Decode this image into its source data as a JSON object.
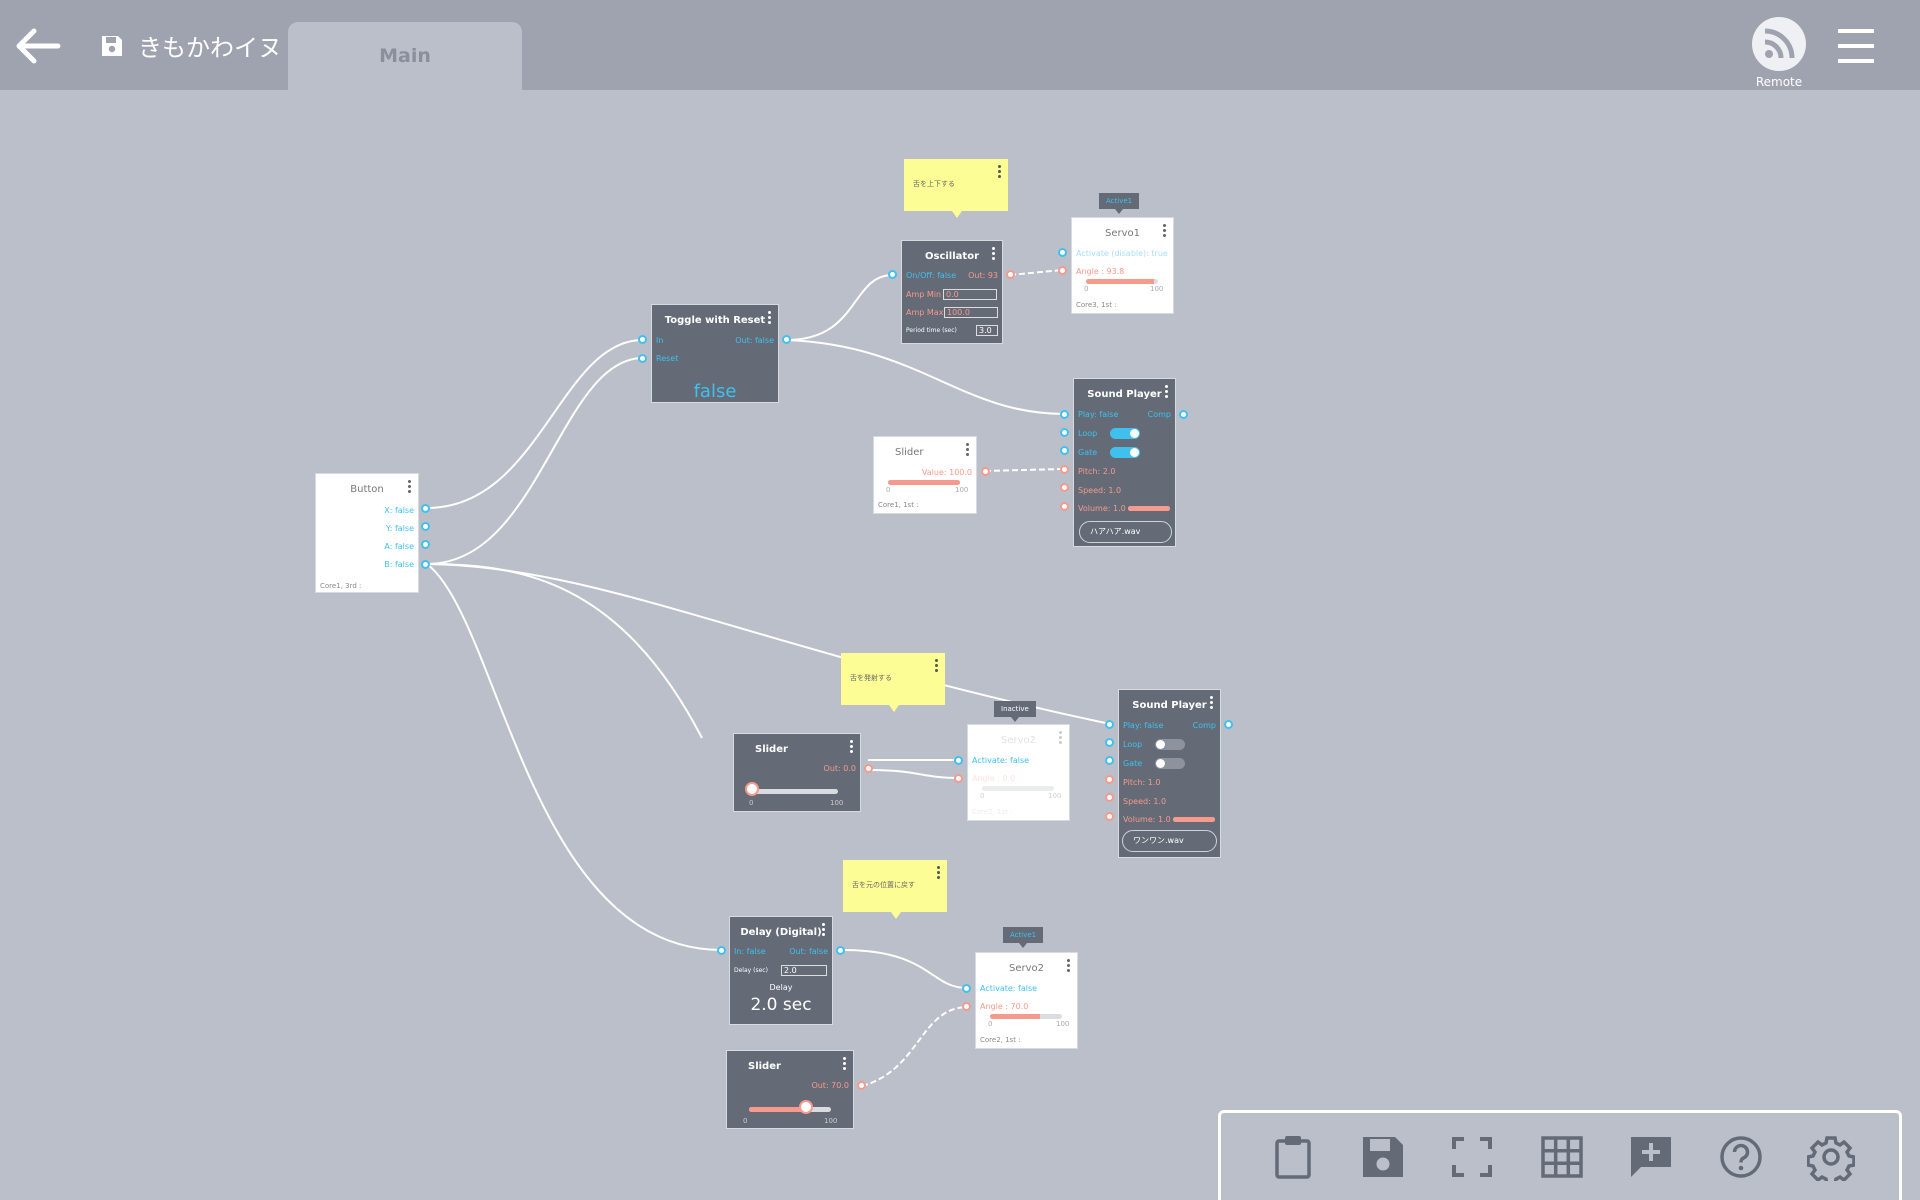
{
  "header": {
    "project_name": "きもかわイヌ",
    "tab_main": "Main",
    "remote_label": "Remote"
  },
  "colors": {
    "accent_cyan": "#3fc0ef",
    "accent_salmon": "#f59a8c",
    "node_dark": "#646b77",
    "note_yellow": "#fdfd96",
    "canvas": "#bbbfc9",
    "topbar": "#9fa3b0"
  },
  "notes": {
    "n1": "舌を上下する",
    "n2": "舌を発射する",
    "n3": "舌を元の位置に戻す"
  },
  "nodes": {
    "button": {
      "title": "Button",
      "x": "X: false",
      "y": "Y: false",
      "a": "A: false",
      "b": "B: false",
      "core": "Core1, 3rd :"
    },
    "toggle": {
      "title": "Toggle with Reset",
      "in": "In",
      "reset": "Reset",
      "out": "Out: false",
      "value": "false"
    },
    "oscillator": {
      "title": "Oscillator",
      "onoff": "On/Off: false",
      "out": "Out: 93",
      "amp_min_label": "Amp Min",
      "amp_min": "0.0",
      "amp_max_label": "Amp Max",
      "amp_max": "100.0",
      "period_label": "Period time (sec)",
      "period": "3.0"
    },
    "servo1": {
      "title": "Servo1",
      "status": "Active1",
      "activate": "Activate (disable): true",
      "angle": "Angle : 93.8",
      "angle_value": 93.8,
      "min": "0",
      "max": "100",
      "core": "Core3, 1st :"
    },
    "sound1": {
      "title": "Sound Player",
      "play": "Play: false",
      "comp": "Comp",
      "loop": "Loop",
      "gate": "Gate",
      "pitch": "Pitch: 2.0",
      "speed": "Speed: 1.0",
      "volume": "Volume: 1.0",
      "file": "ハアハア.wav",
      "loop_on": true,
      "gate_on": true
    },
    "slider1": {
      "title": "Slider",
      "value": "Value: 100.0",
      "value_num": 100,
      "min": "0",
      "max": "100",
      "core": "Core1, 1st :"
    },
    "slider2": {
      "title": "Slider",
      "out": "Out: 0.0",
      "value_num": 0,
      "min": "0",
      "max": "100"
    },
    "servo_inactive": {
      "title": "Servo2",
      "status": "Inactive",
      "activate": "Activate: false",
      "angle": "Angle : 0.0",
      "min": "0",
      "max": "100",
      "core": "Core2, 1st :"
    },
    "sound2": {
      "title": "Sound Player",
      "play": "Play: false",
      "comp": "Comp",
      "loop": "Loop",
      "gate": "Gate",
      "pitch": "Pitch: 1.0",
      "speed": "Speed: 1.0",
      "volume": "Volume: 1.0",
      "file": "ワンワン.wav",
      "loop_on": false,
      "gate_on": false
    },
    "delay": {
      "title": "Delay (Digital)",
      "in": "In: false",
      "out": "Out: false",
      "delay_label": "Delay (sec)",
      "delay_value": "2.0",
      "caption": "Delay",
      "big": "2.0 sec"
    },
    "servo2": {
      "title": "Servo2",
      "status": "Active1",
      "activate": "Activate: false",
      "angle": "Angle : 70.0",
      "angle_value": 70,
      "min": "0",
      "max": "100",
      "core": "Core2, 1st :"
    },
    "slider3": {
      "title": "Slider",
      "out": "Out: 70.0",
      "value_num": 70,
      "min": "0",
      "max": "100"
    }
  },
  "toolbar": [
    "clipboard-icon",
    "save-icon",
    "fullscreen-icon",
    "grid-icon",
    "add-comment-icon",
    "help-icon",
    "settings-icon"
  ]
}
